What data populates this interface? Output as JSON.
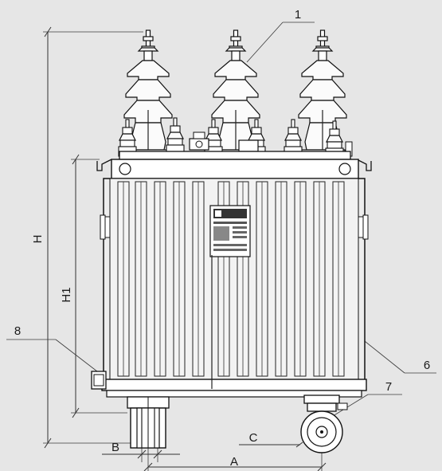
{
  "callouts": {
    "c1": "1",
    "c6": "6",
    "c7": "7",
    "c8": "8"
  },
  "dimensions": {
    "h": "H",
    "h1": "H1",
    "a": "A",
    "b": "B",
    "c": "C"
  },
  "colors": {
    "background": "#e6e6e6",
    "line": "#222222",
    "plate": "#ffffff"
  },
  "icons": {
    "nameplate": "nameplate-icon",
    "wheel": "wheel-icon"
  }
}
